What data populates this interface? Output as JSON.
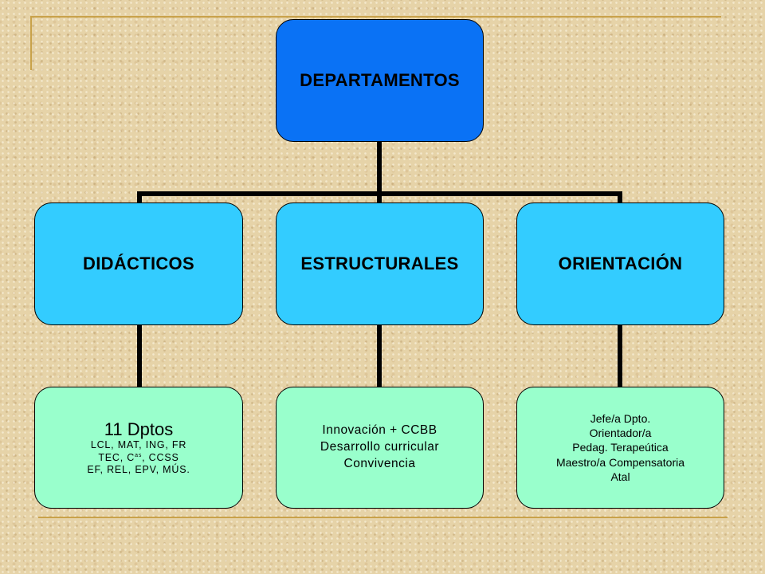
{
  "root": {
    "label": "DEPARTAMENTOS"
  },
  "branches": [
    {
      "label": "DIDÁCTICOS",
      "detail": {
        "heading": "11 Dptos",
        "lines": [
          "LCL, MAT, ING, FR",
          "TEC, C",
          "as",
          ", CCSS",
          "EF, REL, EPV, MÚS."
        ]
      }
    },
    {
      "label": "ESTRUCTURALES",
      "detail": {
        "lines": [
          "Innovación + CCBB",
          "Desarrollo curricular",
          "Convivencia"
        ]
      }
    },
    {
      "label": "ORIENTACIÓN",
      "detail": {
        "lines": [
          "Jefe/a Dpto.",
          "Orientador/a",
          "Pedag. Terapeútica",
          "Maestro/a Compensatoria",
          "Atal"
        ]
      }
    }
  ],
  "colors": {
    "root_fill": "#0a72f5",
    "branch_fill": "#33ccff",
    "detail_fill": "#99ffcc",
    "connector": "#000000",
    "decor_line": "#c9a24a",
    "background": "#e6d3a8"
  }
}
